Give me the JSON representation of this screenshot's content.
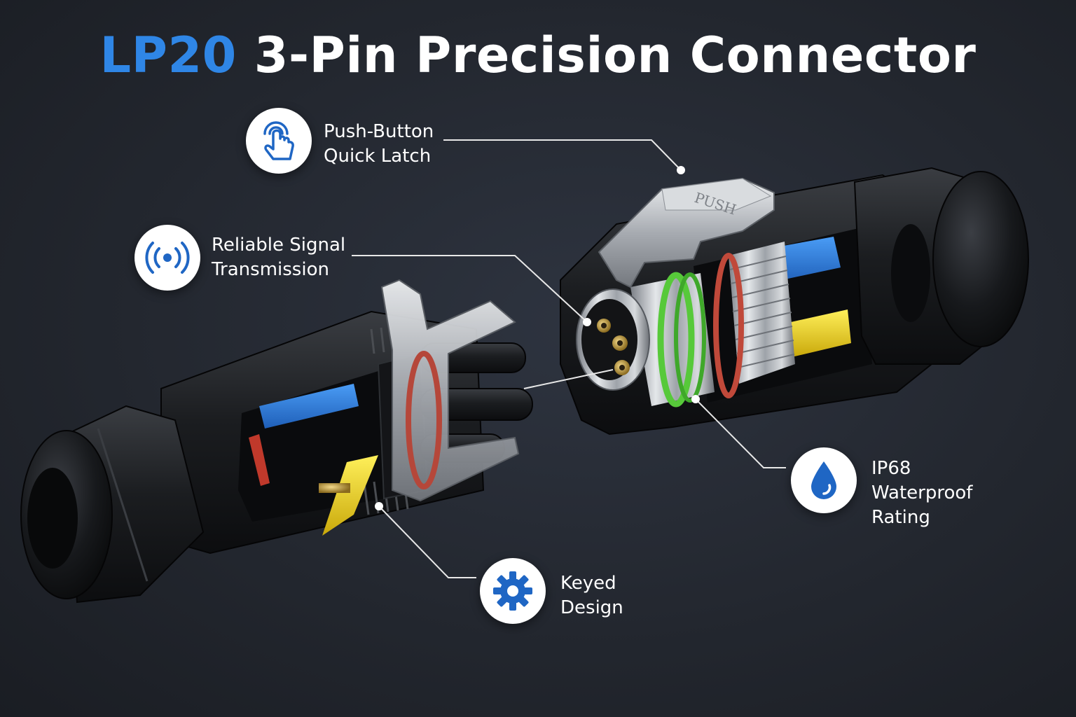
{
  "title": {
    "accent": "LP20",
    "rest": "3-Pin Precision Connector"
  },
  "latch_engraving": "PUSH",
  "colors": {
    "accent": "#2f86e6",
    "icon": "#1f66c4",
    "background": "#23272f",
    "seal_green": "#57c93a",
    "seal_red": "#c0493a",
    "wire_blue": "#2f7fe0",
    "wire_yellow": "#f0d522"
  },
  "features": [
    {
      "icon": "touch-icon",
      "lines": [
        "Push-Button",
        "Quick Latch"
      ]
    },
    {
      "icon": "signal-icon",
      "lines": [
        "Reliable Signal",
        "Transmission"
      ]
    },
    {
      "icon": "water-drop-icon",
      "lines": [
        "IP68",
        "Waterproof",
        "Rating"
      ]
    },
    {
      "icon": "gear-icon",
      "lines": [
        "Keyed",
        "Design"
      ]
    }
  ]
}
